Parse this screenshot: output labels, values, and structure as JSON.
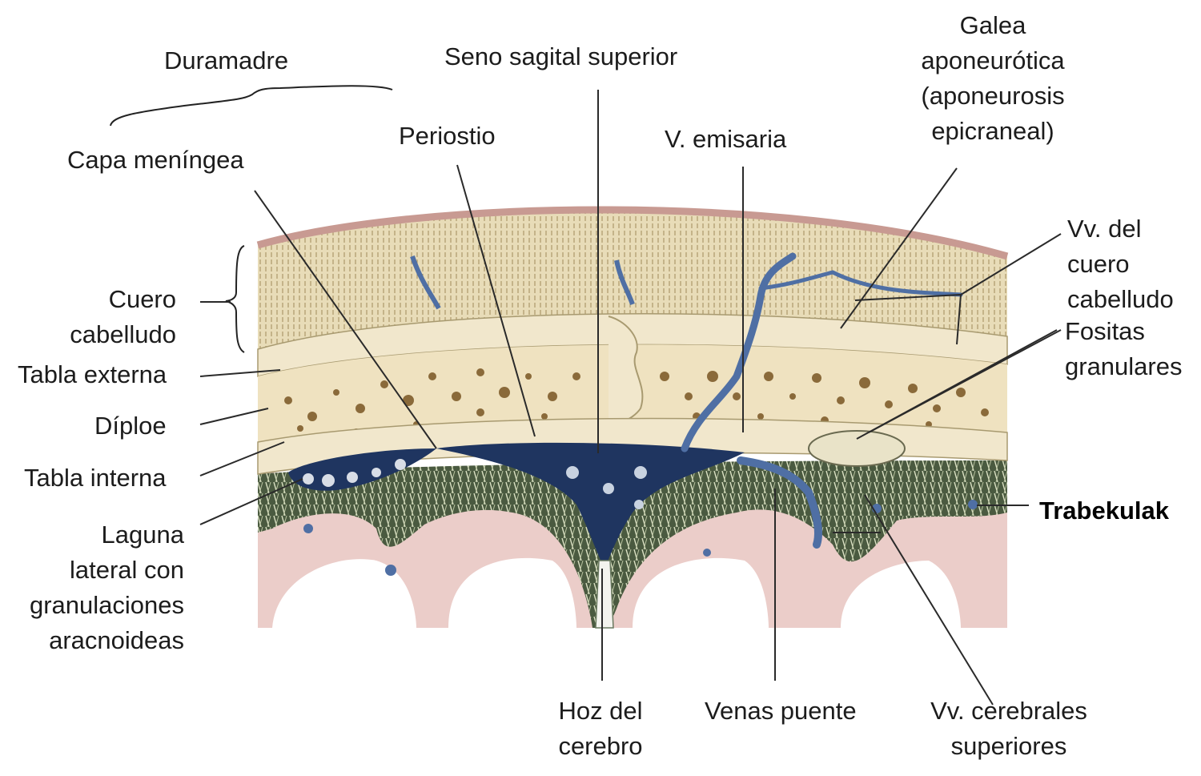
{
  "labels": {
    "duramadre": "Duramadre",
    "seno_sagital": "Seno sagital superior",
    "galea": [
      "Galea",
      "aponeurótica",
      "(aponeurosis",
      "epicraneal)"
    ],
    "capa_meningea": "Capa meníngea",
    "periostio": "Periostio",
    "v_emisaria": "V. emisaria",
    "vv_cuero": [
      "Vv. del",
      "cuero",
      "cabelludo"
    ],
    "cuero_cabelludo": [
      "Cuero",
      "cabelludo"
    ],
    "tabla_externa": "Tabla externa",
    "fositas": [
      "Fositas",
      "granulares"
    ],
    "diploe": "Díploe",
    "tabla_interna": "Tabla interna",
    "trabekulak": "Trabekulak",
    "laguna": [
      "Laguna",
      "lateral con",
      "granulaciones",
      "aracnoideas"
    ],
    "hoz": [
      "Hoz del",
      "cerebro"
    ],
    "venas_puente": "Venas puente",
    "vv_cerebrales": [
      "Vv. cerebrales",
      "superiores"
    ]
  },
  "colors": {
    "skin": "#c89a92",
    "scalp": "#e8dcb8",
    "bone": "#f1e7cc",
    "diploe_spots": "#8a6a3a",
    "sinus": "#1f3560",
    "vein": "#4f6fa4",
    "arachnoid": "#3a4a36",
    "brain": "#ebcdc9",
    "leader": "#2a2a2a"
  }
}
